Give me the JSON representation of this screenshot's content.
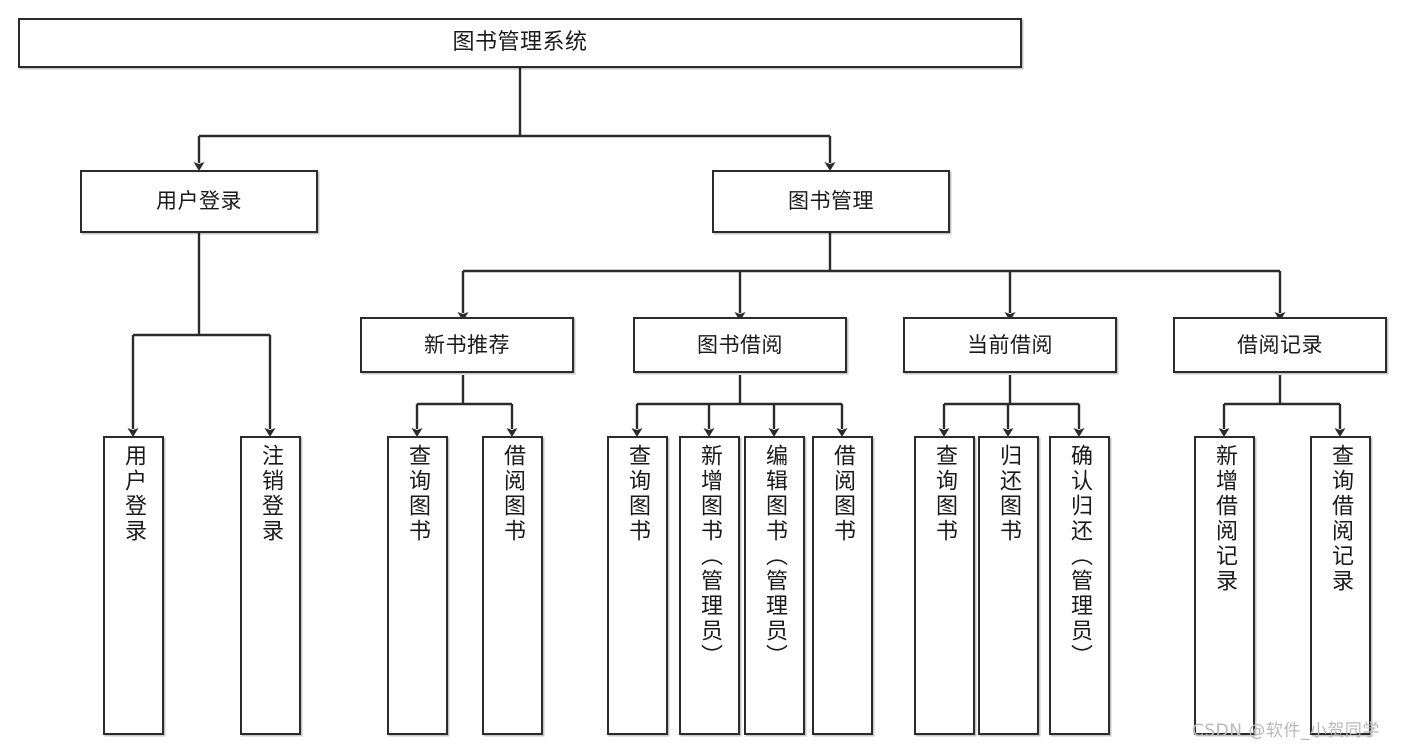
{
  "diagram": {
    "title": "图书管理系统",
    "type": "tree",
    "orientation": "top-down",
    "colors": {
      "box_border": "#2b2b2b",
      "box_fill": "#ffffff",
      "edge": "#2b2b2b",
      "text": "#1a1a1a",
      "watermark": "#b9b9b9",
      "background": "#ffffff"
    },
    "nodes": {
      "root": {
        "label": "图书管理系统"
      },
      "level1": [
        {
          "label": "用户登录"
        },
        {
          "label": "图书管理"
        }
      ],
      "level2": [
        {
          "label": "新书推荐"
        },
        {
          "label": "图书借阅"
        },
        {
          "label": "当前借阅"
        },
        {
          "label": "借阅记录"
        }
      ],
      "leaves": {
        "user_login": [
          {
            "label": "用户登录"
          },
          {
            "label": "注销登录"
          }
        ],
        "new_book_recommend": [
          {
            "label": "查询图书"
          },
          {
            "label": "借阅图书"
          }
        ],
        "book_borrow": [
          {
            "label": "查询图书"
          },
          {
            "label": "新增图书（管理员）"
          },
          {
            "label": "编辑图书（管理员）"
          },
          {
            "label": "借阅图书"
          }
        ],
        "current_borrow": [
          {
            "label": "查询图书"
          },
          {
            "label": "归还图书"
          },
          {
            "label": "确认归还（管理员）"
          }
        ],
        "borrow_record": [
          {
            "label": "新增借阅记录"
          },
          {
            "label": "查询借阅记录"
          }
        ]
      }
    },
    "watermark": "CSDN @软件_小贺同学"
  }
}
